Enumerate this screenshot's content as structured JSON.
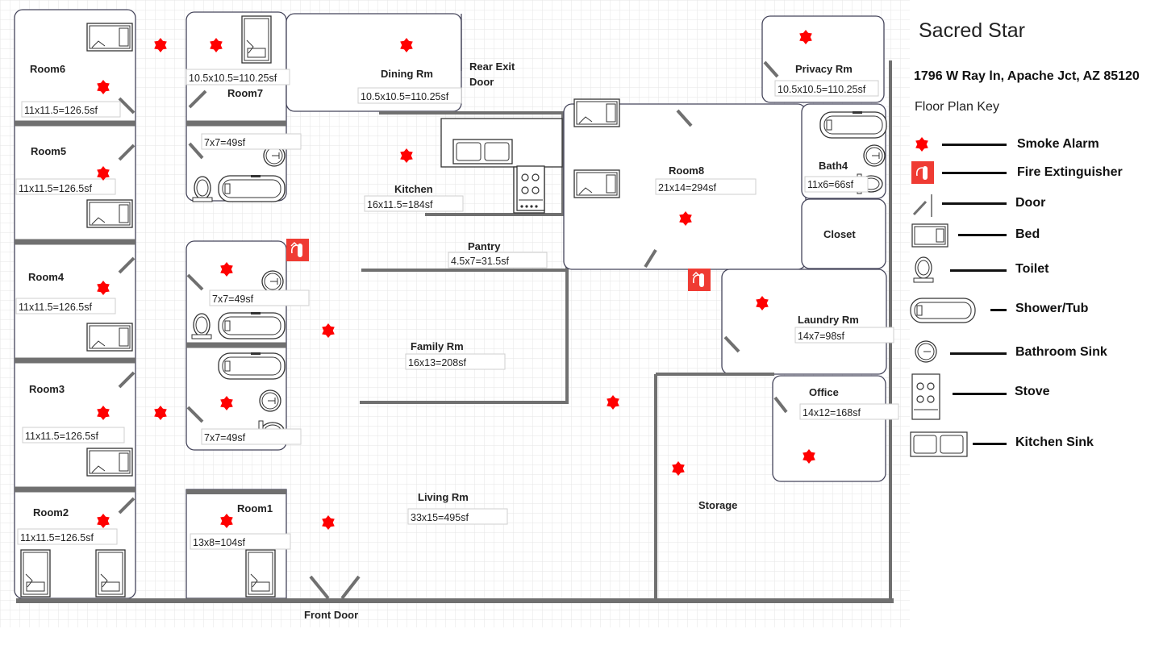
{
  "title": "Sacred Star",
  "address": "1796 W Ray ln, Apache Jct, AZ 85120",
  "key_title": "Floor Plan Key",
  "colors": {
    "wall": "#707070",
    "alarm": "#ff0000",
    "grid": "#e4e4e4",
    "outline": "#44445a"
  },
  "rooms": [
    {
      "name": "Room6",
      "size": "11x11.5=126.5sf"
    },
    {
      "name": "Room5",
      "size": "11x11.5=126.5sf"
    },
    {
      "name": "Room4",
      "size": "11x11.5=126.5sf"
    },
    {
      "name": "Room3",
      "size": "11x11.5=126.5sf"
    },
    {
      "name": "Room2",
      "size": "11x11.5=126.5sf"
    },
    {
      "name": "Room7",
      "size": "10.5x10.5=110.25sf"
    },
    {
      "name": "Room1",
      "size": "13x8=104sf"
    },
    {
      "name": "Dining Rm",
      "size": "10.5x10.5=110.25sf"
    },
    {
      "name": "Kitchen",
      "size": "16x11.5=184sf"
    },
    {
      "name": "Pantry",
      "size": "4.5x7=31.5sf"
    },
    {
      "name": "Family Rm",
      "size": "16x13=208sf"
    },
    {
      "name": "Living Rm",
      "size": "33x15=495sf"
    },
    {
      "name": "Room8",
      "size": "21x14=294sf"
    },
    {
      "name": "Privacy Rm",
      "size": "10.5x10.5=110.25sf"
    },
    {
      "name": "Bath4",
      "size": "11x6=66sf"
    },
    {
      "name": "Closet",
      "size": ""
    },
    {
      "name": "Laundry Rm",
      "size": "14x7=98sf"
    },
    {
      "name": "Office",
      "size": "14x12=168sf"
    },
    {
      "name": "Storage",
      "size": ""
    }
  ],
  "baths": [
    {
      "size": "7x7=49sf"
    },
    {
      "size": "7x7=49sf"
    },
    {
      "size": "7x7=49sf"
    }
  ],
  "doors": {
    "rear_line1": "Rear Exit",
    "rear_line2": "Door",
    "front": "Front Door"
  },
  "legend": [
    {
      "label": "Smoke Alarm",
      "icon": "smoke-alarm-icon"
    },
    {
      "label": "Fire Extinguisher",
      "icon": "fire-extinguisher-icon"
    },
    {
      "label": "Door",
      "icon": "door-icon"
    },
    {
      "label": "Bed",
      "icon": "bed-icon"
    },
    {
      "label": "Toilet",
      "icon": "toilet-icon"
    },
    {
      "label": "Shower/Tub",
      "icon": "tub-icon"
    },
    {
      "label": "Bathroom Sink",
      "icon": "bathroom-sink-icon"
    },
    {
      "label": "Stove",
      "icon": "stove-icon"
    },
    {
      "label": "Kitchen Sink",
      "icon": "kitchen-sink-icon"
    }
  ]
}
